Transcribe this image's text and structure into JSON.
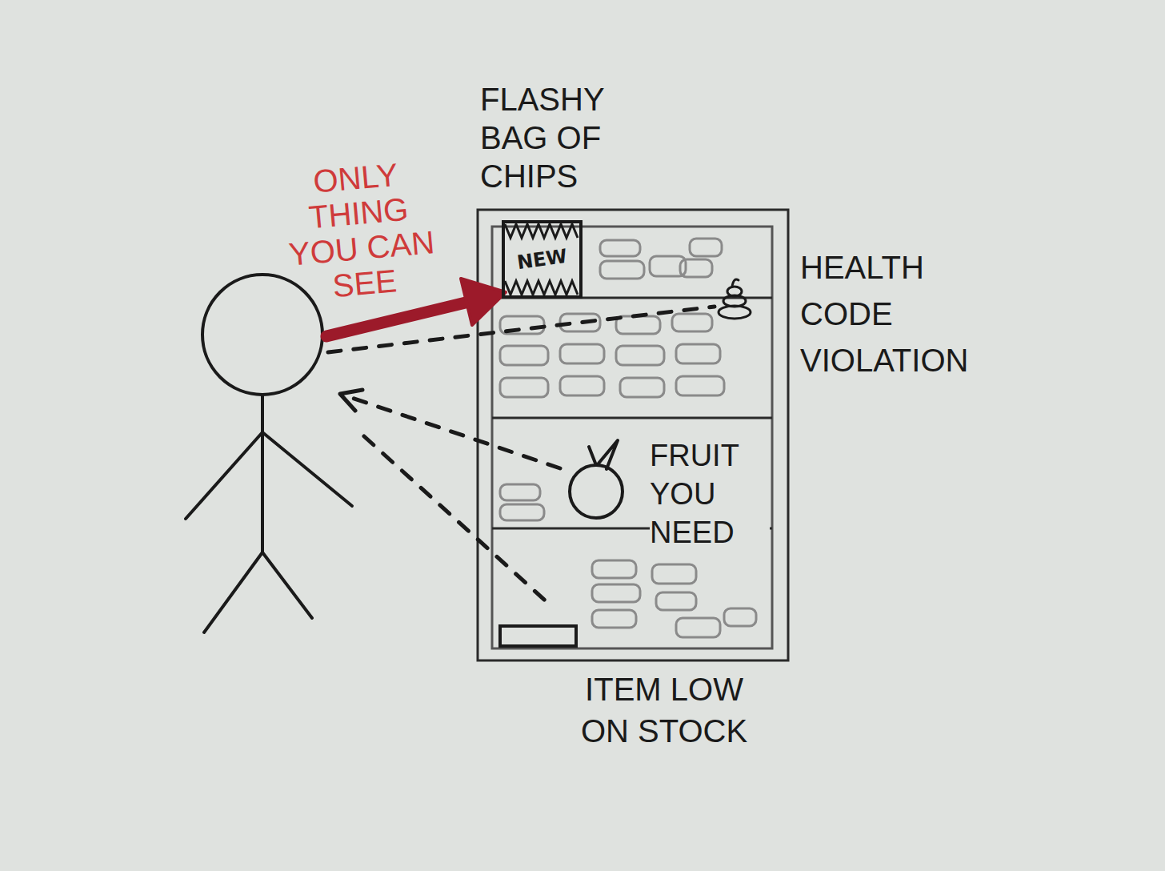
{
  "diagram": {
    "nodes": [
      {
        "text": [
          "NEW"
        ]
      }
    ],
    "labels": [
      "ONLY THING YOU CAN SEE",
      "FLASHY BAG OF CHIPS",
      "HEALTH CODE VIOLATION",
      "FRUIT YOU NEED",
      "ITEM LOW ON STOCK"
    ]
  }
}
